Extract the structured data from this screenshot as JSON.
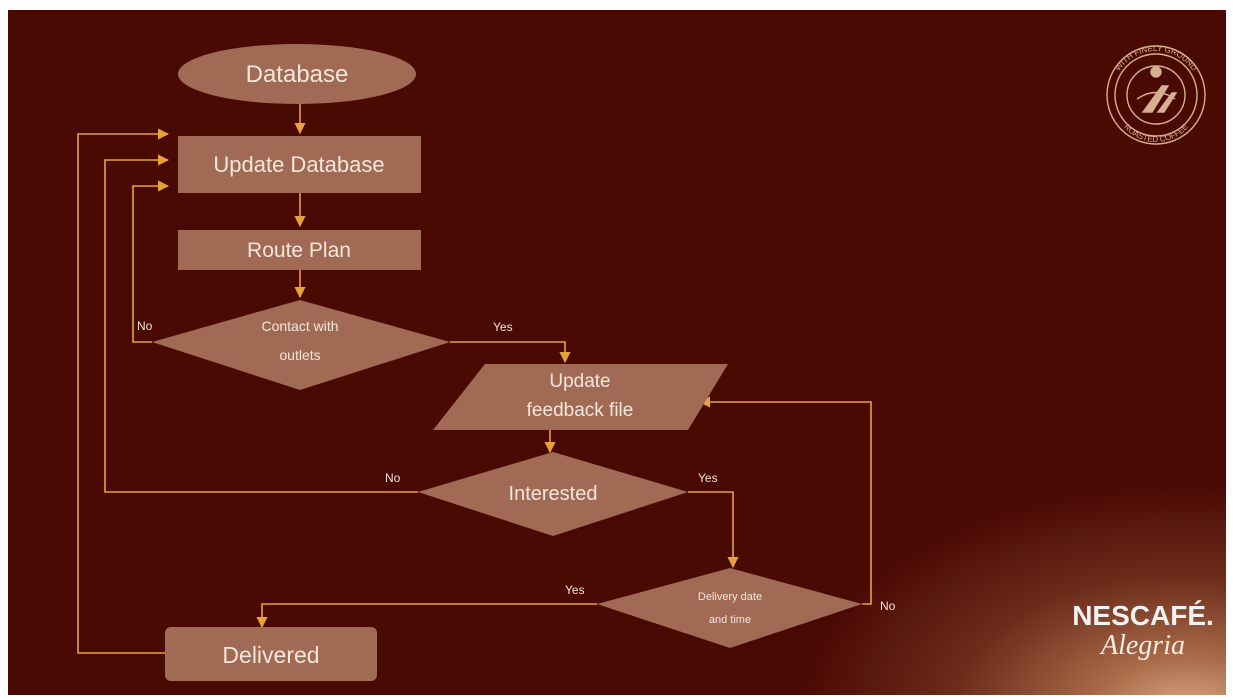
{
  "flowchart": {
    "nodes": {
      "database": "Database",
      "update_database": "Update Database",
      "route_plan": "Route Plan",
      "contact_outlets": [
        "Contact with",
        "outlets"
      ],
      "update_feedback": [
        "Update",
        "feedback file"
      ],
      "interested": "Interested",
      "delivery_date": [
        "Delivery  date",
        "and time"
      ],
      "delivered": "Delivered"
    },
    "edge_labels": {
      "contact_no": "No",
      "contact_yes": "Yes",
      "interested_no": "No",
      "interested_yes": "Yes",
      "delivery_yes": "Yes",
      "delivery_no": "No"
    }
  },
  "brand": {
    "name": "NESCAFÉ.",
    "sub": "Alegria",
    "seal_top": "WITH FINELY GROUND",
    "seal_bottom": "ROASTED COFFEE"
  },
  "colors": {
    "background": "#4a0a04",
    "node_fill": "#a06a54",
    "arrow": "#e8a23a",
    "text": "#f4e6dc"
  }
}
